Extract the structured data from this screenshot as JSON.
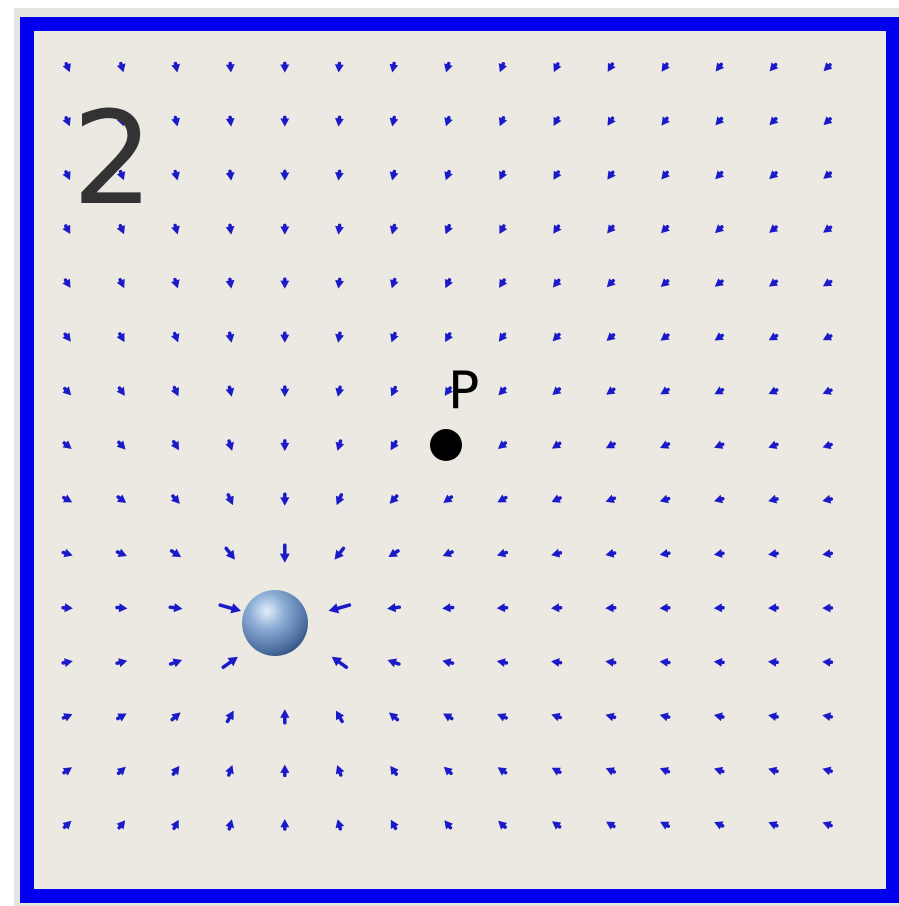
{
  "figure": {
    "panel_number": "2",
    "point_label": "P",
    "description_kind": "electric field vector plot around a negative point charge",
    "colors": {
      "frame": "#0000ee",
      "background": "#ece9e3",
      "arrows": "#1a1ac8",
      "charge": "#5b84b8",
      "point": "#000000",
      "number": "#333333"
    },
    "field": {
      "grid_columns": 15,
      "grid_rows": 15,
      "charge_cell": {
        "col": 4,
        "row": 10
      },
      "point_cell": {
        "col": 7.3,
        "row": 7.5
      },
      "direction": "toward charge"
    }
  }
}
